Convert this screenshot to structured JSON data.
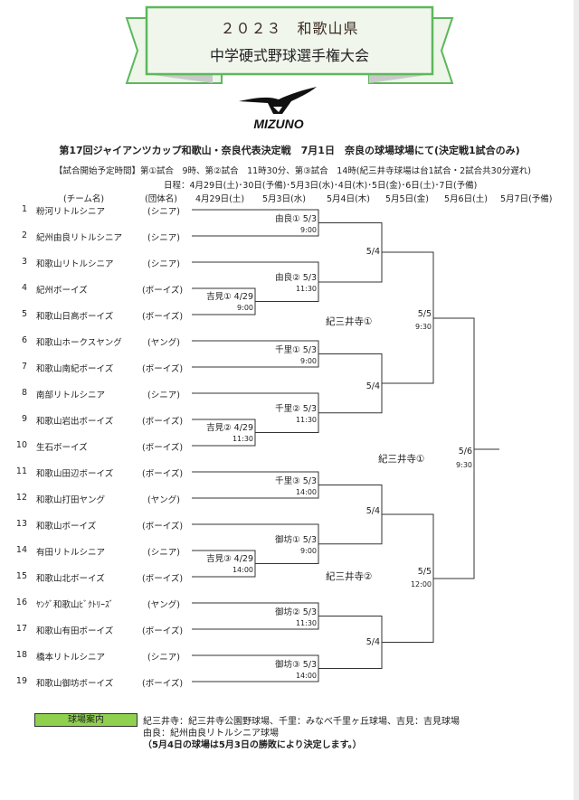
{
  "banner": {
    "line1": "２０２３　和歌山県",
    "line2": "中学硬式野球選手権大会",
    "colors": {
      "border": "#5cb85c",
      "fill": "#eef5e9"
    }
  },
  "logo": {
    "text": "MIZUNO"
  },
  "headline": "第17回ジャイアンツカップ和歌山・奈良代表決定戦　7月1日　奈良の球場球場にて(決定戦1試合のみ)",
  "start_times": "【試合開始予定時間】第①試合　9時、第②試合　11時30分、第③試合　14時(紀三井寺球場は台1試合・2試合共30分遅れ)",
  "schedule": "日程：4月29日(土)･30日(予備)･5月3日(水)･4日(木)･5日(金)･6日(土)･7日(予備)",
  "columns": [
    "(チーム名)",
    "(団体名)",
    "4月29日(土)",
    "5月3日(水)",
    "5月4日(木)",
    "5月5日(金)",
    "5月6日(土)",
    "5月7日(予備)"
  ],
  "teams": [
    {
      "no": "1",
      "name": "粉河リトルシニア",
      "group": "(シニア)"
    },
    {
      "no": "2",
      "name": "紀州由良リトルシニア",
      "group": "(シニア)"
    },
    {
      "no": "3",
      "name": "和歌山リトルシニア",
      "group": "(シニア)"
    },
    {
      "no": "4",
      "name": "紀州ボーイズ",
      "group": "(ボーイズ)"
    },
    {
      "no": "5",
      "name": "和歌山日高ボーイズ",
      "group": "(ボーイズ)"
    },
    {
      "no": "6",
      "name": "和歌山ホークスヤング",
      "group": "(ヤング)"
    },
    {
      "no": "7",
      "name": "和歌山南紀ボーイズ",
      "group": "(ボーイズ)"
    },
    {
      "no": "8",
      "name": "南部リトルシニア",
      "group": "(シニア)"
    },
    {
      "no": "9",
      "name": "和歌山岩出ボーイズ",
      "group": "(ボーイズ)"
    },
    {
      "no": "10",
      "name": "生石ボーイズ",
      "group": "(ボーイズ)"
    },
    {
      "no": "11",
      "name": "和歌山田辺ボーイズ",
      "group": "(ボーイズ)"
    },
    {
      "no": "12",
      "name": "和歌山打田ヤング",
      "group": "(ヤング)"
    },
    {
      "no": "13",
      "name": "和歌山ボーイズ",
      "group": "(ボーイズ)"
    },
    {
      "no": "14",
      "name": "有田リトルシニア",
      "group": "(シニア)"
    },
    {
      "no": "15",
      "name": "和歌山北ボーイズ",
      "group": "(ボーイズ)"
    },
    {
      "no": "16",
      "name": "ﾔﾝｸﾞ和歌山ﾋﾞｸﾄﾘｰｽﾞ",
      "group": "(ヤング)"
    },
    {
      "no": "17",
      "name": "和歌山有田ボーイズ",
      "group": "(ボーイズ)"
    },
    {
      "no": "18",
      "name": "橋本リトルシニア",
      "group": "(シニア)"
    },
    {
      "no": "19",
      "name": "和歌山御坊ボーイズ",
      "group": "(ボーイズ)"
    }
  ],
  "round_0429": [
    {
      "label": "吉見①  4/29",
      "time": "9:00"
    },
    {
      "label": "吉見②  4/29",
      "time": "11:30"
    },
    {
      "label": "吉見③  4/29",
      "time": "14:00"
    }
  ],
  "round_0503": [
    {
      "label": "由良①  5/3",
      "time": "9:00"
    },
    {
      "label": "由良②  5/3",
      "time": "11:30"
    },
    {
      "label": "千里①  5/3",
      "time": "9:00"
    },
    {
      "label": "千里②  5/3",
      "time": "11:30"
    },
    {
      "label": "千里③  5/3",
      "time": "14:00"
    },
    {
      "label": "御坊①  5/3",
      "time": "9:00"
    },
    {
      "label": "御坊②  5/3",
      "time": "11:30"
    },
    {
      "label": "御坊③  5/3",
      "time": "14:00"
    }
  ],
  "round_0504": [
    "5/4",
    "5/4",
    "5/4",
    "5/4"
  ],
  "round_0505": [
    {
      "date": "5/5",
      "time": "9:30"
    },
    {
      "date": "5/5",
      "time": "12:00"
    }
  ],
  "final": {
    "date": "5/6",
    "time": "9:30"
  },
  "venues": {
    "semi1": "紀三井寺①",
    "final": "紀三井寺①",
    "semi2": "紀三井寺②"
  },
  "footer": {
    "legend_label": "球場案内",
    "line1": "紀三井寺：紀三井寺公園野球場、千里：みなべ千里ヶ丘球場、吉見：吉見球場",
    "line2": "由良：紀州由良リトルシニア球場",
    "line3": "（5月4日の球場は5月3日の勝敗により決定します。）",
    "legend_color": "#8fd14f"
  }
}
